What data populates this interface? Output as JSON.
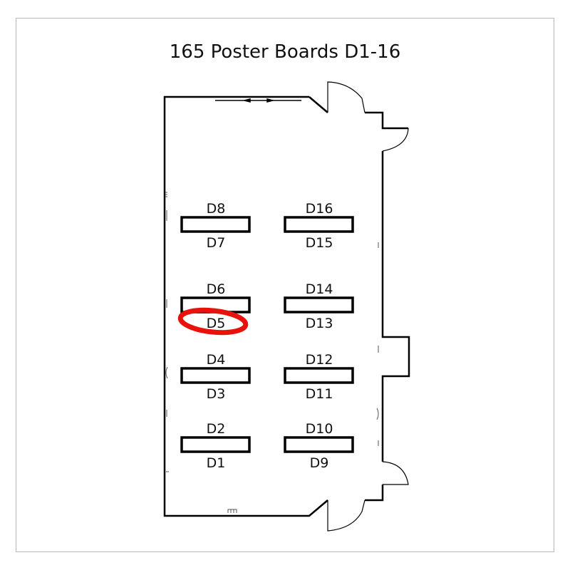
{
  "title": "165 Poster Boards D1-16",
  "highlight_color": "#e8120c",
  "highlighted_board": "D5",
  "boards": [
    {
      "top": "D8",
      "bottom": "D7"
    },
    {
      "top": "D6",
      "bottom": "D5"
    },
    {
      "top": "D4",
      "bottom": "D3"
    },
    {
      "top": "D2",
      "bottom": "D1"
    },
    {
      "top": "D16",
      "bottom": "D15"
    },
    {
      "top": "D14",
      "bottom": "D13"
    },
    {
      "top": "D12",
      "bottom": "D11"
    },
    {
      "top": "D10",
      "bottom": "D9"
    }
  ]
}
